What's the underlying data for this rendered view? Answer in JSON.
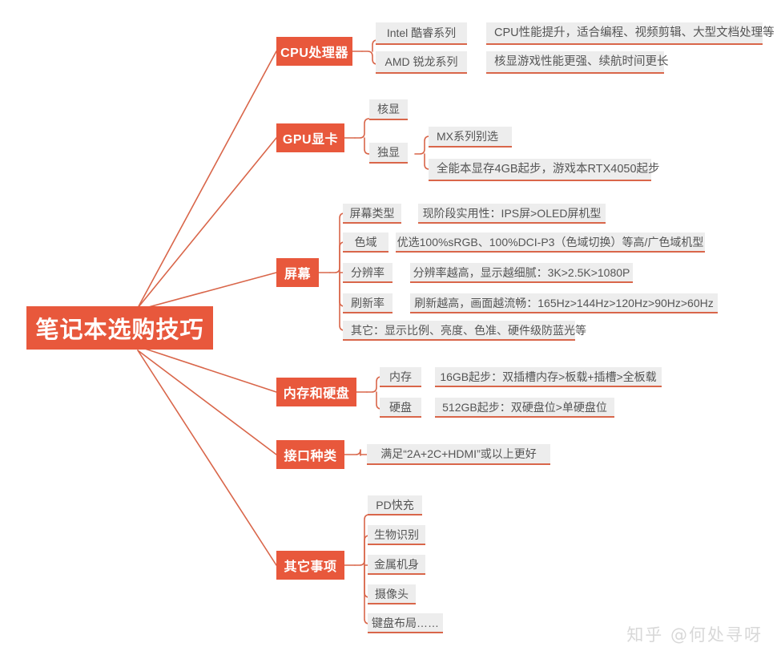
{
  "colors": {
    "accent": "#e8583c",
    "connector": "#d9664a",
    "chip_bg": "#ededed",
    "chip_text": "#555555",
    "canvas_bg": "#ffffff",
    "watermark": "#d8d8d8"
  },
  "root": {
    "label": "笔记本选购技巧"
  },
  "watermark": {
    "text": "知乎 @何处寻呀"
  },
  "branches": [
    {
      "id": "cpu",
      "label": "CPU处理器",
      "children": [
        {
          "label": "Intel 酷睿系列",
          "detail": "CPU性能提升，适合编程、视频剪辑、大型文档处理等"
        },
        {
          "label": "AMD 锐龙系列",
          "detail": "核显游戏性能更强、续航时间更长"
        }
      ]
    },
    {
      "id": "gpu",
      "label": "GPU显卡",
      "children": [
        {
          "label": "核显",
          "detail": ""
        },
        {
          "label": "独显",
          "detail_a": "MX系列别选",
          "detail_b": "全能本显存4GB起步，游戏本RTX4050起步"
        }
      ]
    },
    {
      "id": "screen",
      "label": "屏幕",
      "children": [
        {
          "label": "屏幕类型",
          "detail": "现阶段实用性：IPS屏>OLED屏机型"
        },
        {
          "label": "色域",
          "detail": "优选100%sRGB、100%DCI-P3（色域切换）等高/广色域机型"
        },
        {
          "label": "分辨率",
          "detail": "分辨率越高，显示越细腻：3K>2.5K>1080P"
        },
        {
          "label": "刷新率",
          "detail": "刷新越高，画面越流畅：165Hz>144Hz>120Hz>90Hz>60Hz"
        },
        {
          "label": "其它：显示比例、亮度、色准、硬件级防蓝光等",
          "detail": ""
        }
      ]
    },
    {
      "id": "memory",
      "label": "内存和硬盘",
      "children": [
        {
          "label": "内存",
          "detail": "16GB起步：双插槽内存>板载+插槽>全板载"
        },
        {
          "label": "硬盘",
          "detail": "512GB起步：双硬盘位>单硬盘位"
        }
      ]
    },
    {
      "id": "ports",
      "label": "接口种类",
      "children": [
        {
          "label": "满足“2A+2C+HDMI”或以上更好",
          "detail": ""
        }
      ]
    },
    {
      "id": "other",
      "label": "其它事项",
      "children": [
        {
          "label": "PD快充",
          "detail": ""
        },
        {
          "label": "生物识别",
          "detail": ""
        },
        {
          "label": "金属机身",
          "detail": ""
        },
        {
          "label": "摄像头",
          "detail": ""
        },
        {
          "label": "键盘布局……",
          "detail": ""
        }
      ]
    }
  ]
}
